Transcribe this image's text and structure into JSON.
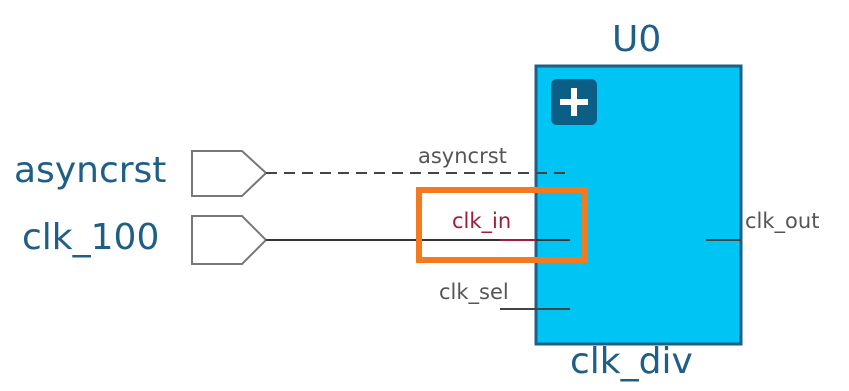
{
  "instance": {
    "name": "U0",
    "module": "clk_div",
    "expand_icon": "plus-icon"
  },
  "input_ports": [
    {
      "name": "asyncrst"
    },
    {
      "name": "clk_100"
    }
  ],
  "pins": {
    "asyncrst": "asyncrst",
    "clk_in": "clk_in",
    "clk_sel": "clk_sel",
    "clk_out": "clk_out"
  },
  "colors": {
    "block_fill": "#00c4f4",
    "block_stroke": "#1f5f86",
    "highlight": "#f47a1f",
    "pin_highlight": "#a31b3a",
    "label": "#1f5f86"
  }
}
